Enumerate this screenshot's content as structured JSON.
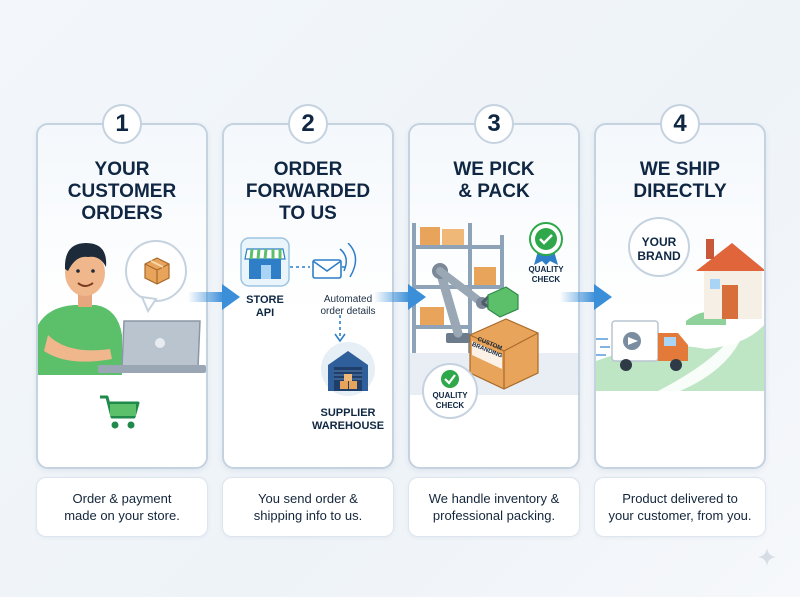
{
  "steps": [
    {
      "number": "1",
      "title": "YOUR\nCUSTOMER\nORDERS",
      "caption": "Order & payment\nmade on your store."
    },
    {
      "number": "2",
      "title": "ORDER\nFORWARDED\nTO US",
      "caption": "You send order &\nshipping info to us.",
      "store_api_label": "STORE\nAPI",
      "automated_label": "Automated\norder details",
      "warehouse_label": "SUPPLIER\nWAREHOUSE"
    },
    {
      "number": "3",
      "title": "WE PICK\n& PACK",
      "caption": "We handle inventory &\nprofessional packing.",
      "quality_badge_top": "QUALITY\nCHECK",
      "quality_badge_bottom": "QUALITY\nCHECK",
      "box_label": "CUSTOM\nBRANDING"
    },
    {
      "number": "4",
      "title": "WE SHIP\nDIRECTLY",
      "caption": "Product delivered to\nyour customer, from you.",
      "brand_bubble": "YOUR\nBRAND"
    }
  ],
  "colors": {
    "card_border": "#c5d2df",
    "title_text": "#0f2742",
    "arrow_blue": "#3b8fd9",
    "check_green": "#2ea84a",
    "shirt_green": "#5cc06b",
    "box_orange": "#e7a45a",
    "truck_orange": "#e37a3a"
  },
  "icons": [
    "shopping-cart-icon",
    "package-icon",
    "envelope-icon",
    "storefront-icon",
    "warehouse-icon",
    "robot-arm-icon",
    "quality-badge-icon",
    "house-icon",
    "delivery-truck-icon",
    "flow-arrow-icon",
    "sparkle-icon"
  ]
}
